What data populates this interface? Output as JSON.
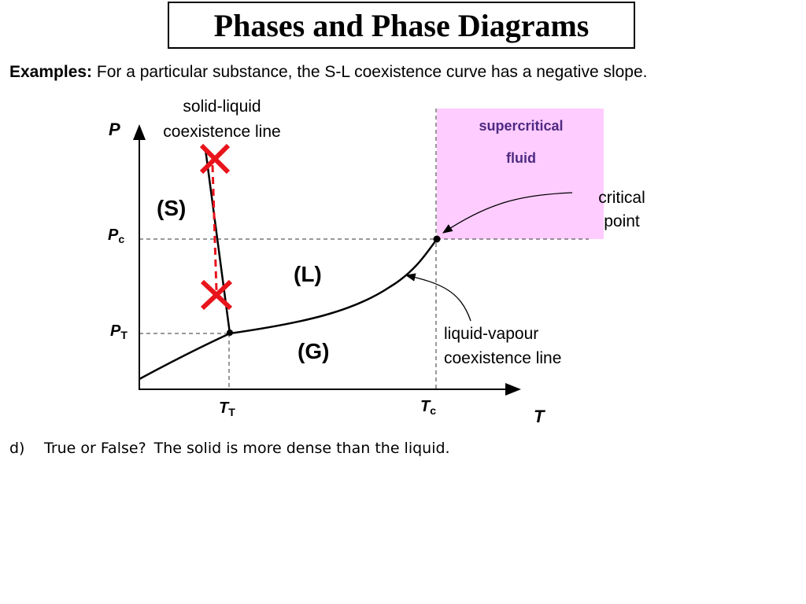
{
  "slide": {
    "title": "Phases and Phase Diagrams",
    "examples_label": "Examples:",
    "examples_text": " For a particular substance, the S-L coexistence curve has a negative slope.",
    "question_number": "d)",
    "question_prefix": "True or False?",
    "question_text": "The solid is more dense than the liquid."
  },
  "diagram": {
    "axis_p_label": "P",
    "axis_t_label": "T",
    "pc_main": "P",
    "pc_sub": "c",
    "pt_main": "P",
    "pt_sub": "T",
    "tt_main": "T",
    "tt_sub": "T",
    "tc_main": "T",
    "tc_sub": "c",
    "region_solid": "(S)",
    "region_liquid": "(L)",
    "region_gas": "(G)",
    "supercritical_line1": "supercritical",
    "supercritical_line2": "fluid",
    "critical_point_line1": "critical",
    "critical_point_line2": "point",
    "sl_line1": "solid-liquid",
    "sl_line2": "coexistence line",
    "lv_line1": "liquid-vapour",
    "lv_line2": "coexistence line",
    "colors": {
      "supercritical_fill": "#ffccff",
      "cross": "#e8141c",
      "dashed_red": "#e8141c",
      "line": "#000000"
    }
  }
}
